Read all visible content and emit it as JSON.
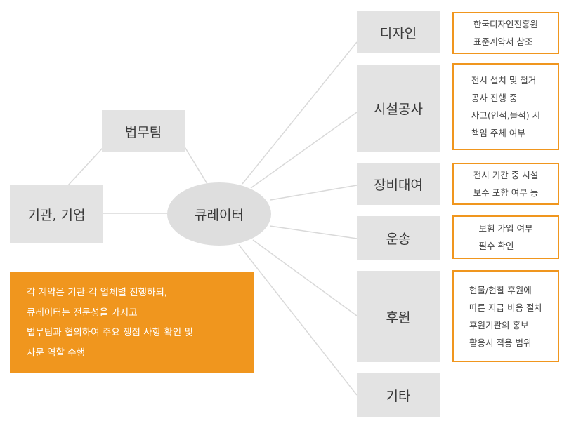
{
  "colors": {
    "node_fill": "#e3e3e3",
    "center_fill": "#dedede",
    "accent": "#f0961e",
    "line": "#d9d9d9"
  },
  "left": {
    "org": "기관, 기업",
    "legal": "법무팀"
  },
  "center": "큐레이터",
  "branches": [
    {
      "label": "디자인",
      "note": [
        "한국디자인진흥원",
        "표준계약서 참조"
      ]
    },
    {
      "label": "시설공사",
      "note": [
        "전시 설치 및 철거",
        "공사 진행 중",
        "사고(인적,물적) 시",
        "책임 주체 여부"
      ]
    },
    {
      "label": "장비대여",
      "note": [
        "전시 기간 중 시설",
        "보수 포함 여부 등"
      ]
    },
    {
      "label": "운송",
      "note": [
        "보험 가입 여부",
        "필수 확인"
      ]
    },
    {
      "label": "후원",
      "note": [
        "현물/현찰 후원에",
        "따른 지급 비용 절차",
        "후원기관의 홍보",
        "활용시 적용 범위"
      ]
    },
    {
      "label": "기타",
      "note": []
    }
  ],
  "summary": [
    "각 계약은 기관-각 업체별 진행하되,",
    "큐레이터는 전문성을 가지고",
    "법무팀과 협의하여 주요 쟁점 사항 확인 및",
    "자문 역할 수행"
  ]
}
